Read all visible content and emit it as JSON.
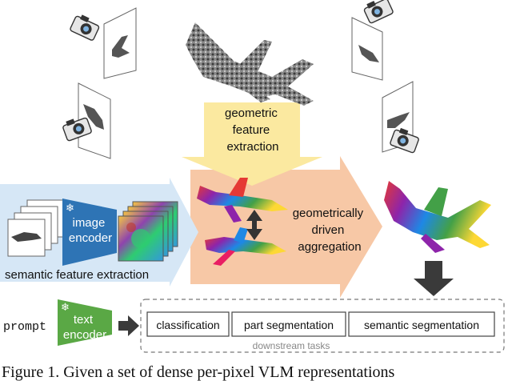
{
  "figure": {
    "geometric_label": [
      "geometric",
      "feature",
      "extraction"
    ],
    "image_encoder_label": [
      "image",
      "encoder"
    ],
    "text_encoder_label": [
      "text",
      "encoder"
    ],
    "aggregation_label": [
      "geometrically",
      "driven",
      "aggregation"
    ],
    "semantic_label": "semantic feature extraction",
    "prompt_label": "prompt",
    "tasks": [
      "classification",
      "part segmentation",
      "semantic segmentation"
    ],
    "downstream_label": "downstream tasks",
    "frozen_symbol": "❄"
  },
  "caption": "Figure 1.  Given a set of dense per-pixel VLM representations",
  "colors": {
    "blue_bg": "#d6e7f6",
    "orange_bg": "#f7c8a6",
    "yellow_arrow": "#fbe9a0",
    "encoder_blue": "#2e74b5",
    "encoder_green": "#5aa845"
  }
}
